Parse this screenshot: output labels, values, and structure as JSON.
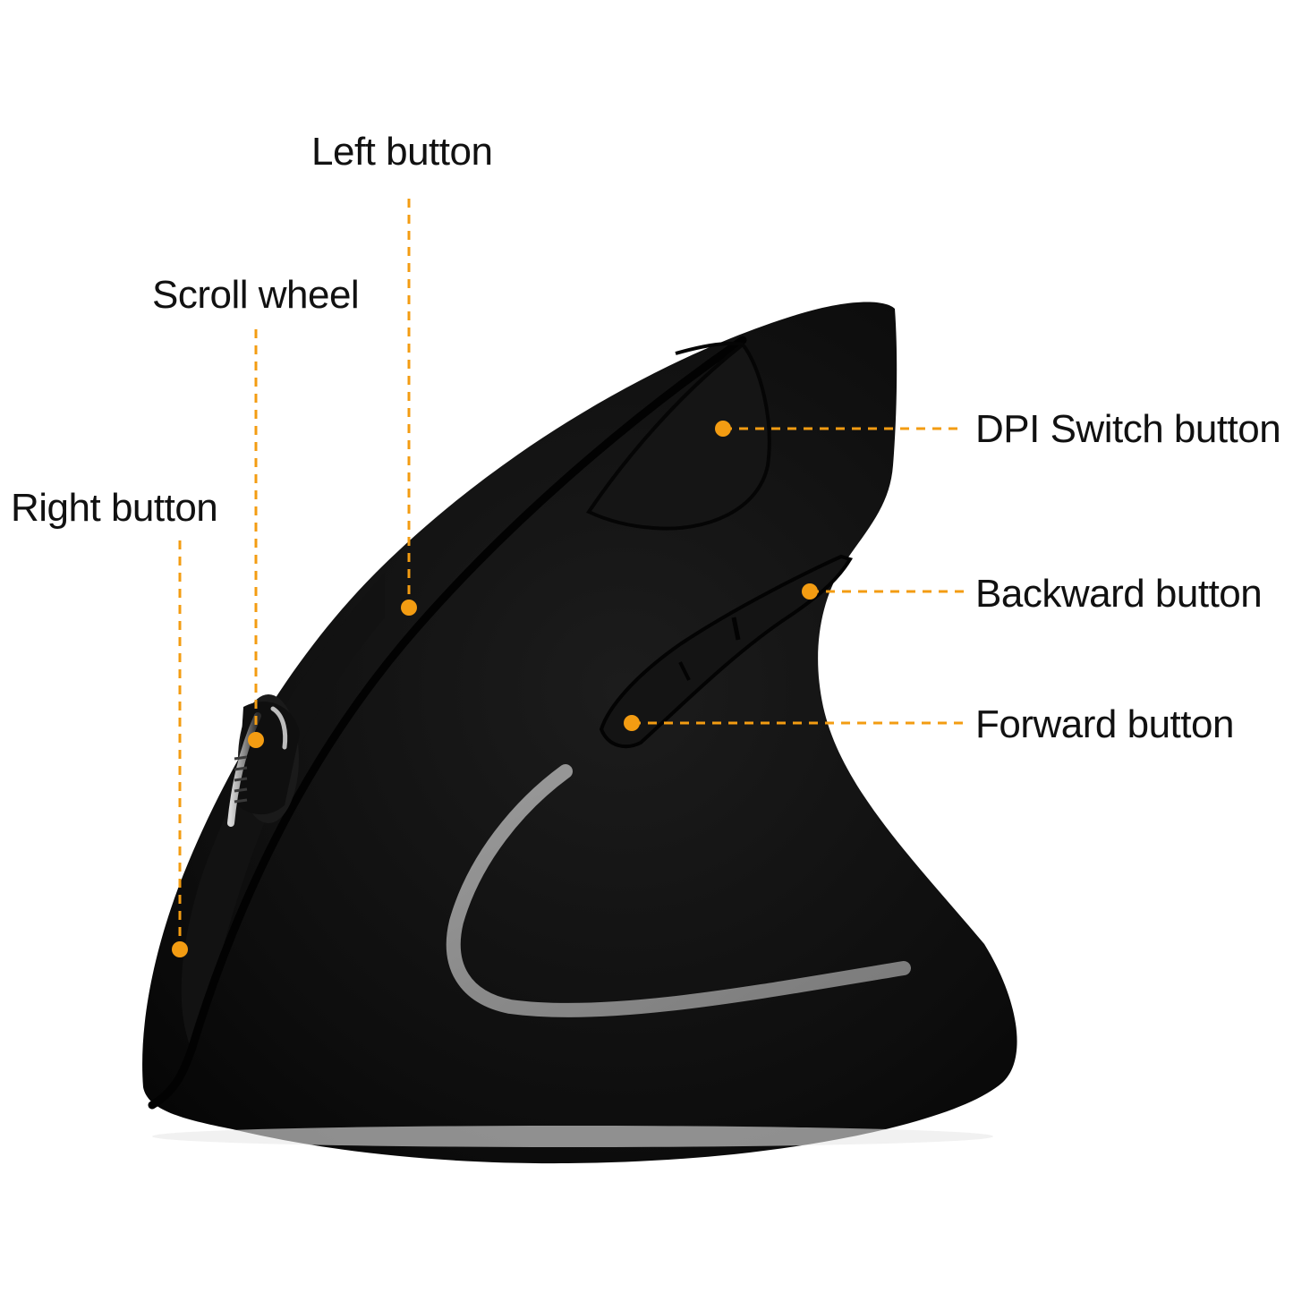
{
  "colors": {
    "callout": "#f39c12",
    "mouse_body": "#0b0b0b",
    "label_text": "#111111",
    "accent_ring": "#8f8f8f"
  },
  "callouts": {
    "left_button": "Left button",
    "scroll_wheel": "Scroll wheel",
    "right_button": "Right button",
    "dpi_switch_button": "DPI Switch button",
    "backward_button": "Backward button",
    "forward_button": "Forward button"
  }
}
